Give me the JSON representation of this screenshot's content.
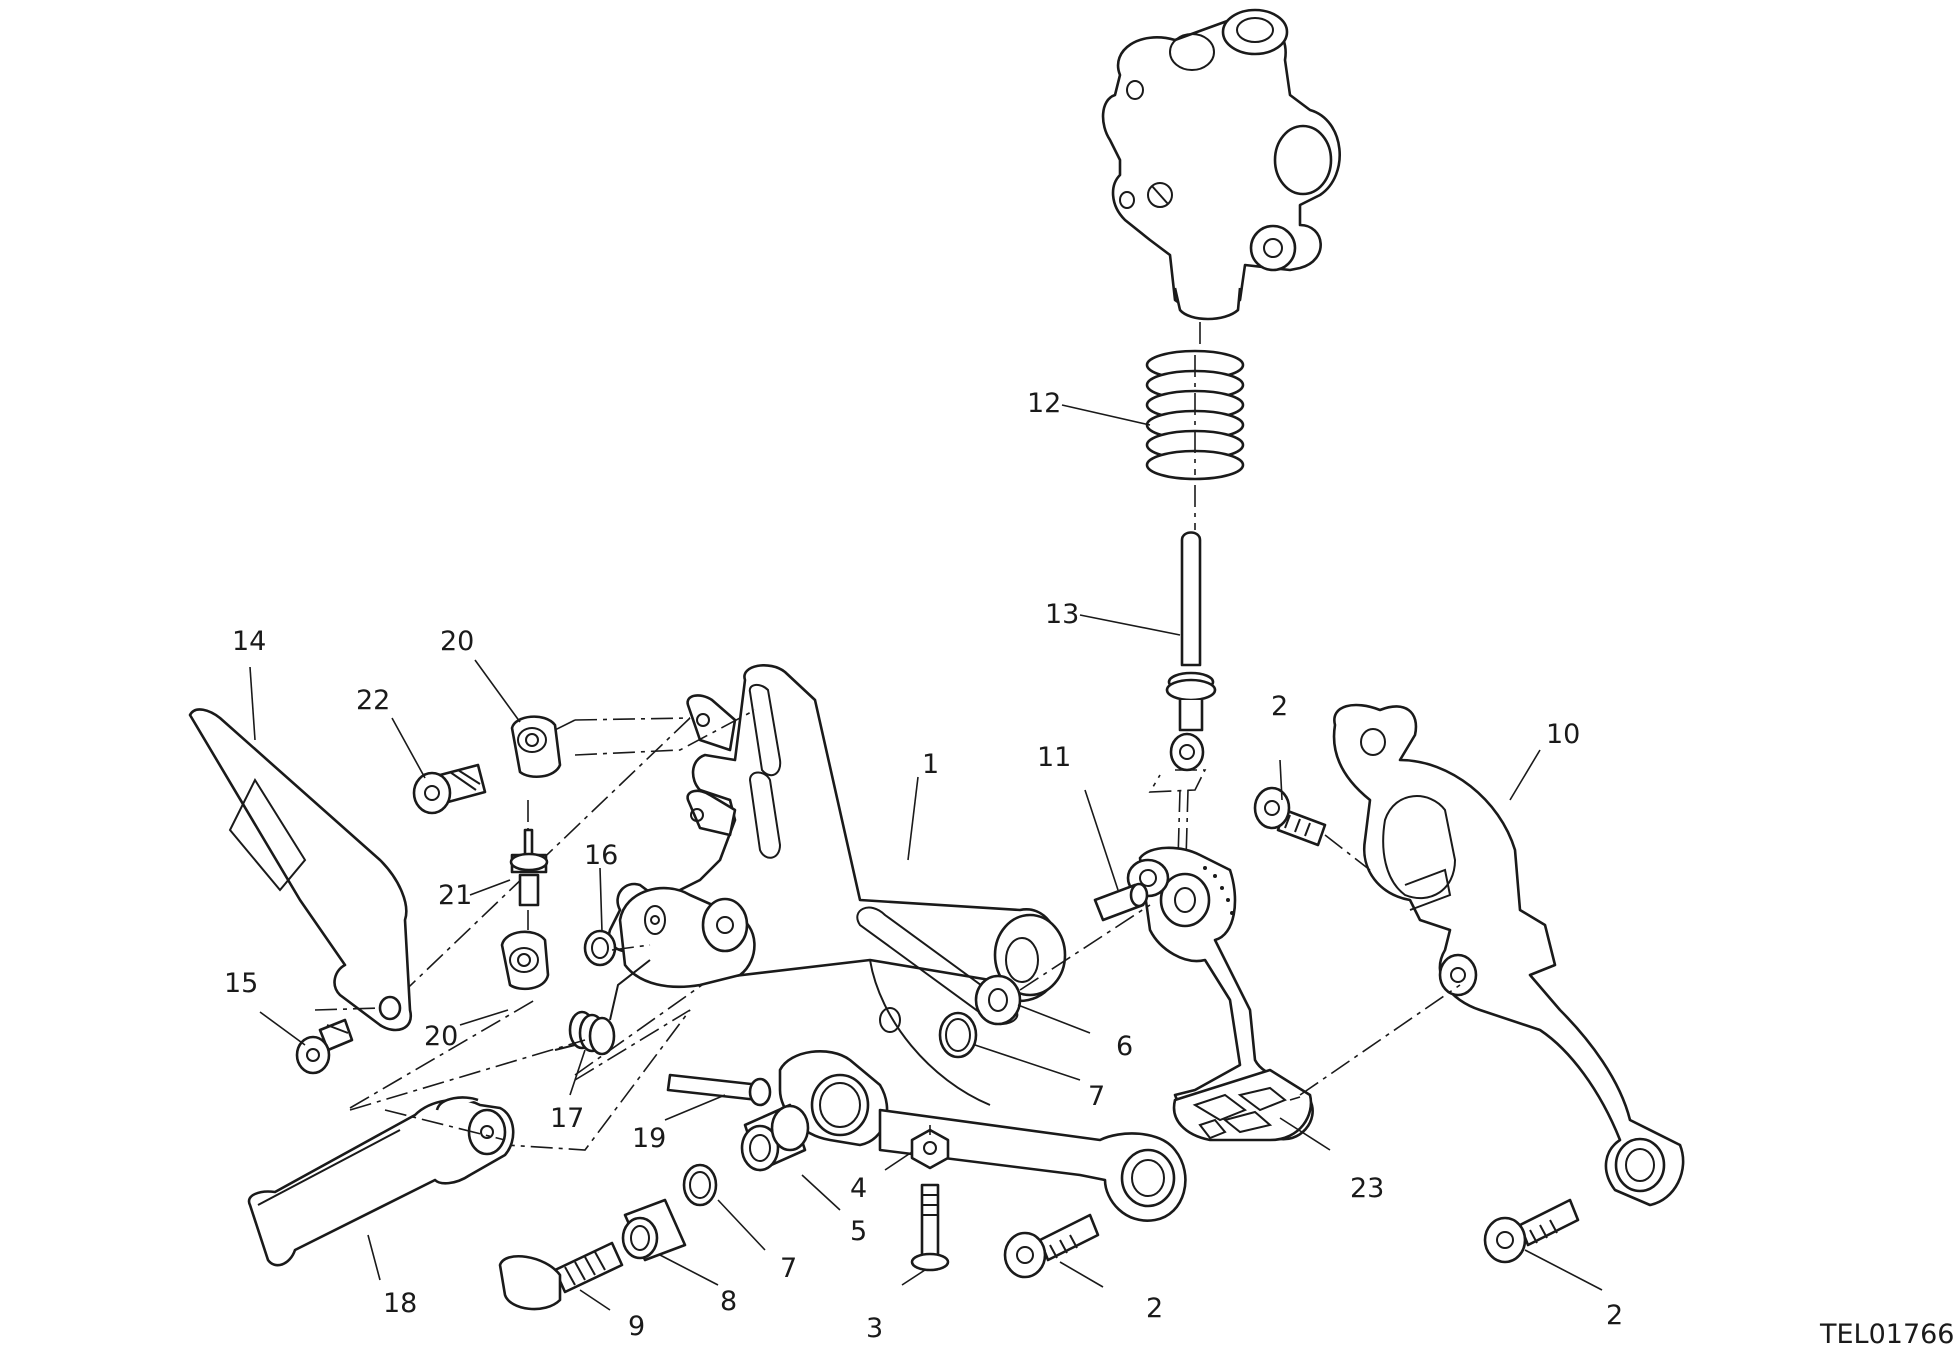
{
  "diagram": {
    "drawing_code": "TEL01766",
    "labels": {
      "p1": "1",
      "p2a": "2",
      "p2b": "2",
      "p2c": "2",
      "p3": "3",
      "p4": "4",
      "p5": "5",
      "p6": "6",
      "p7a": "7",
      "p7b": "7",
      "p8": "8",
      "p9": "9",
      "p10": "10",
      "p11": "11",
      "p12": "12",
      "p13": "13",
      "p14": "14",
      "p15": "15",
      "p16": "16",
      "p17": "17",
      "p18": "18",
      "p19": "19",
      "p20a": "20",
      "p20b": "20",
      "p21": "21",
      "p22": "22",
      "p23": "23"
    }
  }
}
